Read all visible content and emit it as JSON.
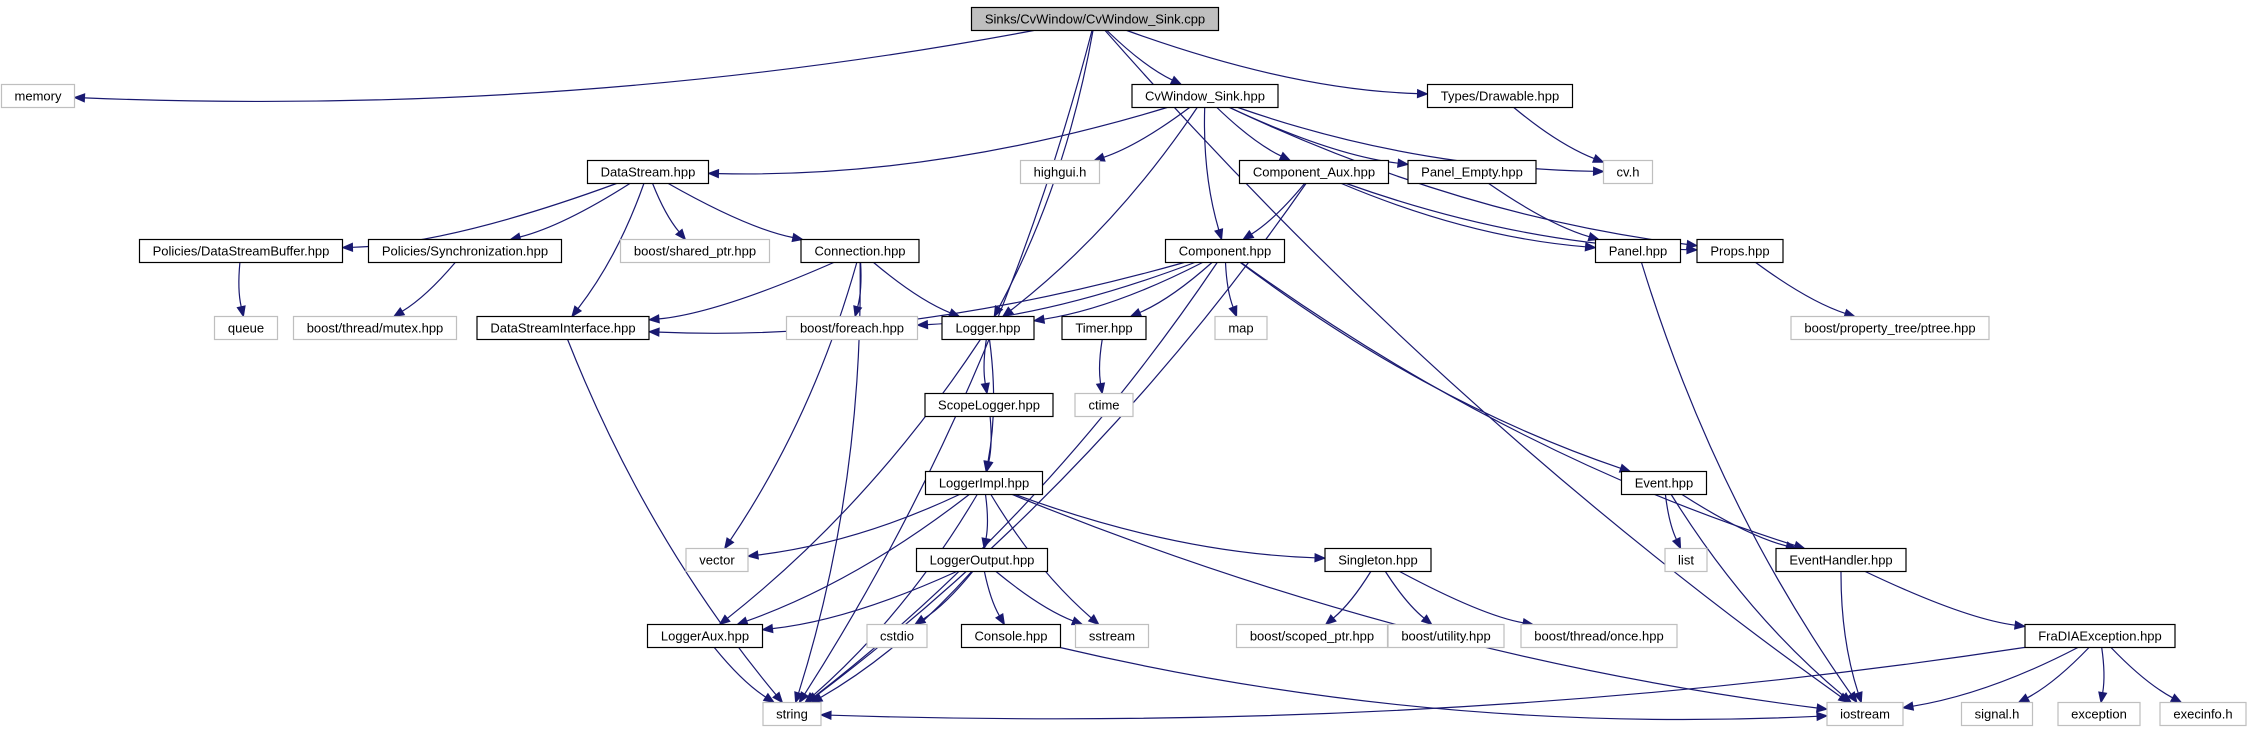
{
  "colors": {
    "edge": "#191970",
    "main_fill": "#bfbfbf",
    "file_stroke": "#000000",
    "external_stroke": "#bfbfbf"
  },
  "nodes": [
    {
      "id": "main",
      "label": "Sinks/CvWindow/CvWindow_Sink.cpp",
      "kind": "main"
    },
    {
      "id": "memory",
      "label": "memory",
      "kind": "external"
    },
    {
      "id": "string",
      "label": "string",
      "kind": "external"
    },
    {
      "id": "logger",
      "label": "Logger.hpp",
      "kind": "file"
    },
    {
      "id": "cvsink",
      "label": "CvWindow_Sink.hpp",
      "kind": "file"
    },
    {
      "id": "drawable",
      "label": "Types/Drawable.hpp",
      "kind": "file"
    },
    {
      "id": "iostream",
      "label": "iostream",
      "kind": "external"
    },
    {
      "id": "datastream",
      "label": "DataStream.hpp",
      "kind": "file"
    },
    {
      "id": "highgui",
      "label": "highgui.h",
      "kind": "external"
    },
    {
      "id": "component",
      "label": "Component.hpp",
      "kind": "file"
    },
    {
      "id": "compaux",
      "label": "Component_Aux.hpp",
      "kind": "file"
    },
    {
      "id": "panelempty",
      "label": "Panel_Empty.hpp",
      "kind": "file"
    },
    {
      "id": "cvh",
      "label": "cv.h",
      "kind": "external"
    },
    {
      "id": "props",
      "label": "Props.hpp",
      "kind": "file"
    },
    {
      "id": "dsbuffer",
      "label": "Policies/DataStreamBuffer.hpp",
      "kind": "file"
    },
    {
      "id": "sync",
      "label": "Policies/Synchronization.hpp",
      "kind": "file"
    },
    {
      "id": "sharedptr",
      "label": "boost/shared_ptr.hpp",
      "kind": "external"
    },
    {
      "id": "connection",
      "label": "Connection.hpp",
      "kind": "file"
    },
    {
      "id": "queue",
      "label": "queue",
      "kind": "external"
    },
    {
      "id": "mutex",
      "label": "boost/thread/mutex.hpp",
      "kind": "external"
    },
    {
      "id": "dsinterface",
      "label": "DataStreamInterface.hpp",
      "kind": "file"
    },
    {
      "id": "foreach",
      "label": "boost/foreach.hpp",
      "kind": "external"
    },
    {
      "id": "timer",
      "label": "Timer.hpp",
      "kind": "file"
    },
    {
      "id": "map",
      "label": "map",
      "kind": "external"
    },
    {
      "id": "panel",
      "label": "Panel.hpp",
      "kind": "file"
    },
    {
      "id": "ptree",
      "label": "boost/property_tree/ptree.hpp",
      "kind": "external"
    },
    {
      "id": "ctime",
      "label": "ctime",
      "kind": "external"
    },
    {
      "id": "scopelogger",
      "label": "ScopeLogger.hpp",
      "kind": "file"
    },
    {
      "id": "loggerimpl",
      "label": "LoggerImpl.hpp",
      "kind": "file"
    },
    {
      "id": "event",
      "label": "Event.hpp",
      "kind": "file"
    },
    {
      "id": "vector",
      "label": "vector",
      "kind": "external"
    },
    {
      "id": "loggeroutput",
      "label": "LoggerOutput.hpp",
      "kind": "file"
    },
    {
      "id": "singleton",
      "label": "Singleton.hpp",
      "kind": "file"
    },
    {
      "id": "list",
      "label": "list",
      "kind": "external"
    },
    {
      "id": "eventhandler",
      "label": "EventHandler.hpp",
      "kind": "file"
    },
    {
      "id": "loggeraux",
      "label": "LoggerAux.hpp",
      "kind": "file"
    },
    {
      "id": "cstdio",
      "label": "cstdio",
      "kind": "external"
    },
    {
      "id": "console",
      "label": "Console.hpp",
      "kind": "file"
    },
    {
      "id": "sstream",
      "label": "sstream",
      "kind": "external"
    },
    {
      "id": "scopedptr",
      "label": "boost/scoped_ptr.hpp",
      "kind": "external"
    },
    {
      "id": "utility",
      "label": "boost/utility.hpp",
      "kind": "external"
    },
    {
      "id": "once",
      "label": "boost/thread/once.hpp",
      "kind": "external"
    },
    {
      "id": "fradia",
      "label": "FraDIAException.hpp",
      "kind": "file"
    },
    {
      "id": "signalh",
      "label": "signal.h",
      "kind": "external"
    },
    {
      "id": "exception",
      "label": "exception",
      "kind": "external"
    },
    {
      "id": "execinfo",
      "label": "execinfo.h",
      "kind": "external"
    }
  ],
  "edges": [
    [
      "main",
      "memory"
    ],
    [
      "main",
      "string"
    ],
    [
      "main",
      "logger"
    ],
    [
      "main",
      "cvsink"
    ],
    [
      "main",
      "drawable"
    ],
    [
      "main",
      "iostream"
    ],
    [
      "cvsink",
      "datastream"
    ],
    [
      "cvsink",
      "highgui"
    ],
    [
      "cvsink",
      "logger"
    ],
    [
      "cvsink",
      "component"
    ],
    [
      "cvsink",
      "compaux"
    ],
    [
      "cvsink",
      "panelempty"
    ],
    [
      "cvsink",
      "cvh"
    ],
    [
      "cvsink",
      "props"
    ],
    [
      "drawable",
      "cvh"
    ],
    [
      "datastream",
      "dsbuffer"
    ],
    [
      "datastream",
      "sync"
    ],
    [
      "datastream",
      "sharedptr"
    ],
    [
      "datastream",
      "connection"
    ],
    [
      "datastream",
      "dsinterface"
    ],
    [
      "dsbuffer",
      "queue"
    ],
    [
      "sync",
      "mutex"
    ],
    [
      "connection",
      "dsinterface"
    ],
    [
      "connection",
      "foreach"
    ],
    [
      "connection",
      "logger"
    ],
    [
      "connection",
      "vector"
    ],
    [
      "connection",
      "string"
    ],
    [
      "dsinterface",
      "string"
    ],
    [
      "compaux",
      "component"
    ],
    [
      "compaux",
      "panel"
    ],
    [
      "compaux",
      "props"
    ],
    [
      "compaux",
      "string"
    ],
    [
      "panelempty",
      "panel"
    ],
    [
      "component",
      "dsinterface"
    ],
    [
      "component",
      "foreach"
    ],
    [
      "component",
      "logger"
    ],
    [
      "component",
      "timer"
    ],
    [
      "component",
      "map"
    ],
    [
      "component",
      "event"
    ],
    [
      "component",
      "eventhandler"
    ],
    [
      "component",
      "string"
    ],
    [
      "panel",
      "iostream"
    ],
    [
      "props",
      "ptree"
    ],
    [
      "logger",
      "scopelogger"
    ],
    [
      "logger",
      "loggerimpl"
    ],
    [
      "logger",
      "loggeraux"
    ],
    [
      "timer",
      "ctime"
    ],
    [
      "scopelogger",
      "loggerimpl"
    ],
    [
      "loggerimpl",
      "vector"
    ],
    [
      "loggerimpl",
      "loggeraux"
    ],
    [
      "loggerimpl",
      "loggeroutput"
    ],
    [
      "loggerimpl",
      "sstream"
    ],
    [
      "loggerimpl",
      "singleton"
    ],
    [
      "loggerimpl",
      "string"
    ],
    [
      "loggerimpl",
      "iostream"
    ],
    [
      "loggeroutput",
      "loggeraux"
    ],
    [
      "loggeroutput",
      "cstdio"
    ],
    [
      "loggeroutput",
      "console"
    ],
    [
      "loggeroutput",
      "sstream"
    ],
    [
      "loggeroutput",
      "string"
    ],
    [
      "loggeraux",
      "string"
    ],
    [
      "console",
      "iostream"
    ],
    [
      "singleton",
      "scopedptr"
    ],
    [
      "singleton",
      "utility"
    ],
    [
      "singleton",
      "once"
    ],
    [
      "event",
      "list"
    ],
    [
      "event",
      "eventhandler"
    ],
    [
      "event",
      "iostream"
    ],
    [
      "eventhandler",
      "fradia"
    ],
    [
      "eventhandler",
      "iostream"
    ],
    [
      "fradia",
      "string"
    ],
    [
      "fradia",
      "iostream"
    ],
    [
      "fradia",
      "signalh"
    ],
    [
      "fradia",
      "exception"
    ],
    [
      "fradia",
      "execinfo"
    ]
  ]
}
